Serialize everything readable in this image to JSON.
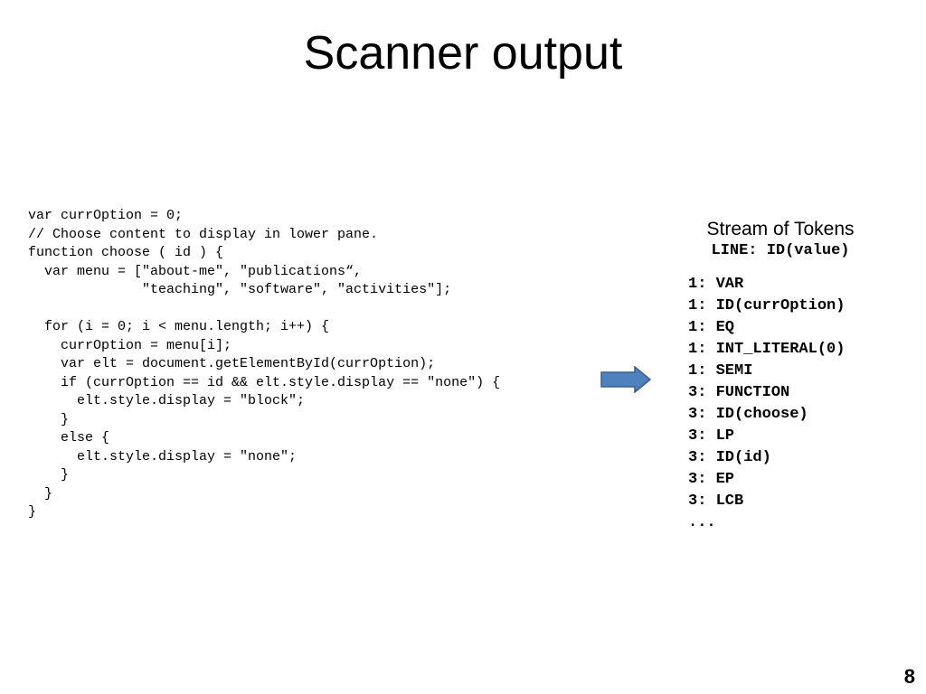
{
  "slide": {
    "title": "Scanner output",
    "page_number": "8"
  },
  "code": {
    "lines": [
      "var currOption = 0;",
      "// Choose content to display in lower pane.",
      "function choose ( id ) {",
      "  var menu = [\"about-me\", \"publications“,",
      "              \"teaching\", \"software\", \"activities\"];",
      "",
      "  for (i = 0; i < menu.length; i++) {",
      "    currOption = menu[i];",
      "    var elt = document.getElementById(currOption);",
      "    if (currOption == id && elt.style.display == \"none\") {",
      "      elt.style.display = \"block\";",
      "    }",
      "    else {",
      "      elt.style.display = \"none\";",
      "    }",
      "  }",
      "}"
    ]
  },
  "arrow": {
    "icon": "right-arrow-icon",
    "fill": "#4f81bd",
    "stroke": "#385d8a"
  },
  "tokens": {
    "heading": "Stream of Tokens",
    "format": "LINE: ID(value)",
    "items": [
      "1: VAR",
      "1: ID(currOption)",
      "1: EQ",
      "1: INT_LITERAL(0)",
      "1: SEMI",
      "3: FUNCTION",
      "3: ID(choose)",
      "3: LP",
      "3: ID(id)",
      "3: EP",
      "3: LCB",
      "..."
    ]
  }
}
